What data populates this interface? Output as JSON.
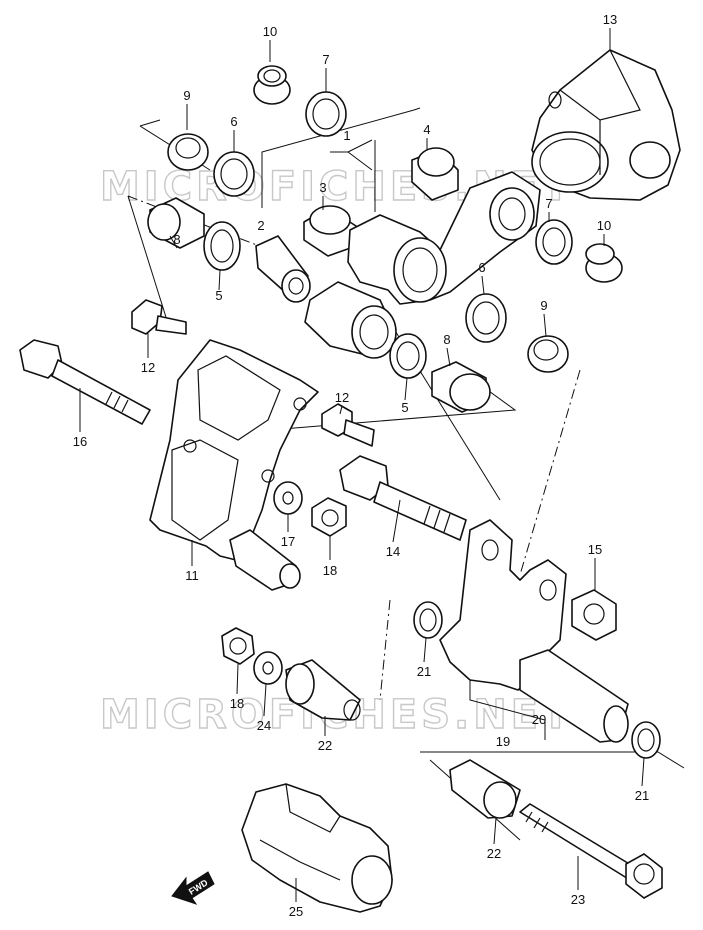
{
  "watermark": "MICROFICHES.NET",
  "fwd_label": "FWD",
  "callouts": {
    "p1": "1",
    "p2": "2",
    "p3": "3",
    "p4": "4",
    "p5a": "5",
    "p5b": "5",
    "p6a": "6",
    "p6b": "6",
    "p7a": "7",
    "p7b": "7",
    "p8a": "8",
    "p8b": "8",
    "p9a": "9",
    "p9b": "9",
    "p10a": "10",
    "p10b": "10",
    "p11": "11",
    "p12a": "12",
    "p12b": "12",
    "p13": "13",
    "p14": "14",
    "p15": "15",
    "p16": "16",
    "p17": "17",
    "p18a": "18",
    "p18b": "18",
    "p19": "19",
    "p20": "20",
    "p21a": "21",
    "p21b": "21",
    "p22a": "22",
    "p22b": "22",
    "p23": "23",
    "p24": "24",
    "p25": "25"
  }
}
